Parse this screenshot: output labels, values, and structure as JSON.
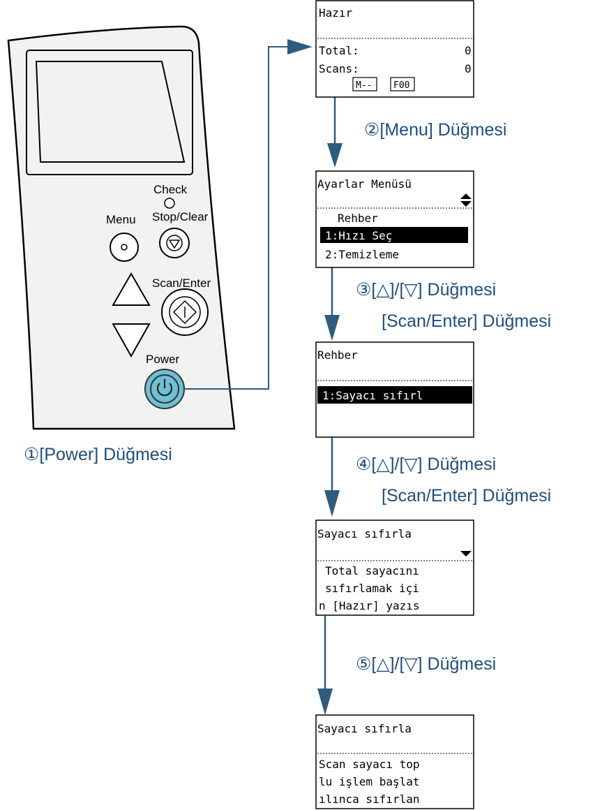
{
  "panel": {
    "labels": {
      "check": "Check",
      "menu": "Menu",
      "stop_clear": "Stop/Clear",
      "scan_enter": "Scan/Enter",
      "power": "Power"
    },
    "icons": [
      "check-led-icon",
      "menu-button-icon",
      "stop-clear-icon",
      "up-triangle-icon",
      "down-triangle-icon",
      "scan-enter-icon",
      "power-icon"
    ]
  },
  "steps": {
    "power": "①[Power] Düğmesi",
    "menu": "②[Menu] Düğmesi",
    "step3_line1": "③[△]/[▽] Düğmesi",
    "step3_line2": "[Scan/Enter] Düğmesi",
    "step4_line1": "④[△]/[▽] Düğmesi",
    "step4_line2": "[Scan/Enter] Düğmesi",
    "step5": "⑤[△]/[▽] Düğmesi"
  },
  "screens": {
    "s1": {
      "title": "Hazır",
      "total_label": "Total:",
      "total_value": "0",
      "scans_label": "Scans:",
      "scans_value": "0",
      "badge_m": "M--",
      "badge_f": "F00"
    },
    "s2": {
      "title": "Ayarlar Menüsü",
      "row1": "Rehber",
      "row2": "1:Hızı Seç",
      "row3": "2:Temizleme"
    },
    "s3": {
      "title": "Rehber",
      "row1": "1:Sayacı sıfırl"
    },
    "s4": {
      "title": "Sayacı sıfırla",
      "line1": "Total sayacını",
      "line2": "sıfırlamak içi",
      "line3": "n [Hazır] yazıs"
    },
    "s5": {
      "title": "Sayacı sıfırla",
      "line1": "Scan sayacı top",
      "line2": "lu işlem başlat",
      "line3": "ılınca sıfırlan"
    }
  },
  "colors": {
    "arrow": "#2e5c7d",
    "step_text": "#1f4e79",
    "power_button": "#6fc0d4",
    "lcd_highlight": "#000000"
  }
}
